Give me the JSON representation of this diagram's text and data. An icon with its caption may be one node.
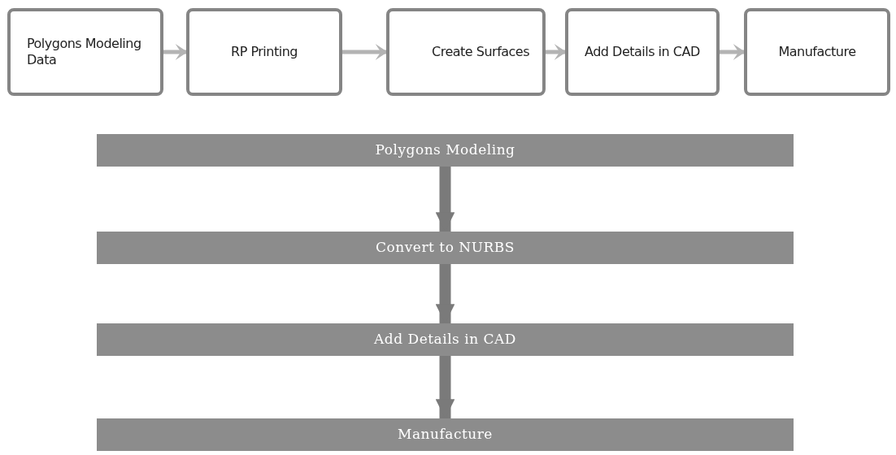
{
  "diagram": {
    "nodes": [
      {
        "text": [
          "Polygons Modeling Data"
        ]
      },
      {
        "text": [
          "RP Printing"
        ]
      },
      {
        "text": [
          "Create Surfaces"
        ]
      },
      {
        "text": [
          "Add Details in CAD"
        ]
      },
      {
        "text": [
          "Manufacture"
        ]
      },
      {
        "text": [
          "Polygons Modeling"
        ]
      },
      {
        "text": [
          "Convert to NURBS"
        ]
      },
      {
        "text": [
          "Add Details in CAD"
        ]
      },
      {
        "text": [
          "Manufacture"
        ]
      }
    ],
    "edges": [
      {
        "from": 0,
        "to": 1,
        "arrow": "to"
      },
      {
        "from": 1,
        "to": 2,
        "arrow": "to"
      },
      {
        "from": 2,
        "to": 3,
        "arrow": "to"
      },
      {
        "from": 3,
        "to": 4,
        "arrow": "to"
      },
      {
        "from": 5,
        "to": 6,
        "arrow": "to",
        "style": "thick"
      },
      {
        "from": 6,
        "to": 7,
        "arrow": "to",
        "style": "thick"
      },
      {
        "from": 7,
        "to": 8,
        "arrow": "to",
        "style": "thick"
      }
    ]
  }
}
